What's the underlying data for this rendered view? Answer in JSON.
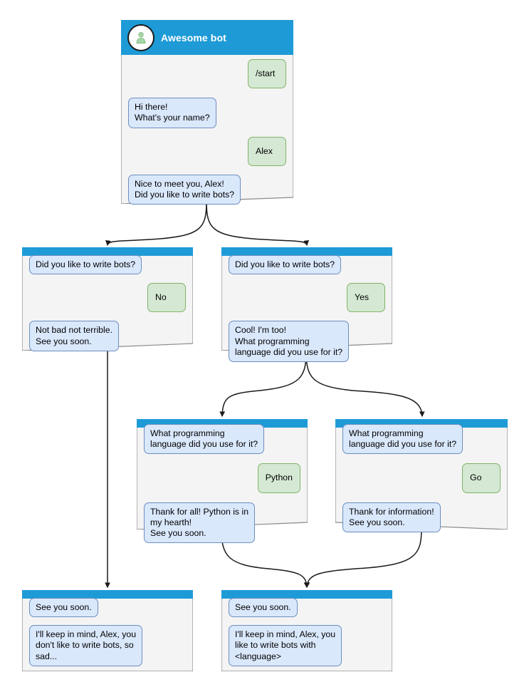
{
  "meta": {
    "diagram_title": "Awesome bot conversation flow",
    "background_color": "#ffffff"
  },
  "colors": {
    "header_blue": "#1e9bd7",
    "card_fill": "#f4f4f4",
    "card_border": "#8a8a8a",
    "bot_bubble_fill": "#dae8fc",
    "bot_bubble_border": "#6c8ebf",
    "user_bubble_fill": "#d5e8d4",
    "user_bubble_border": "#82b366",
    "edge_color": "#1a1a1a",
    "avatar_glyph": "#a6d6a6"
  },
  "cards": {
    "start": {
      "header": {
        "title": "Awesome bot",
        "avatar_icon": "person-avatar-icon"
      },
      "messages": [
        {
          "side": "user",
          "text": "/start"
        },
        {
          "side": "bot",
          "text": "Hi there!\nWhat's your name?"
        },
        {
          "side": "user",
          "text": "Alex"
        },
        {
          "side": "bot",
          "text": "Nice to meet you, Alex!\nDid you like to write bots?"
        }
      ]
    },
    "answer_no": {
      "messages": [
        {
          "side": "bot",
          "text": "Did you like to write bots?"
        },
        {
          "side": "user",
          "text": "No"
        },
        {
          "side": "bot",
          "text": "Not bad not terrible.\nSee you soon."
        }
      ]
    },
    "answer_yes": {
      "messages": [
        {
          "side": "bot",
          "text": "Did you like to write bots?"
        },
        {
          "side": "user",
          "text": "Yes"
        },
        {
          "side": "bot",
          "text": "Cool! I'm too!\nWhat programming\nlanguage did you use for it?"
        }
      ]
    },
    "lang_python": {
      "messages": [
        {
          "side": "bot",
          "text": "What programming\nlanguage did you use for it?"
        },
        {
          "side": "user",
          "text": "Python"
        },
        {
          "side": "bot",
          "text": "Thank for all! Python is in\nmy hearth!\nSee you soon."
        }
      ]
    },
    "lang_go": {
      "messages": [
        {
          "side": "bot",
          "text": "What programming\nlanguage did you use for it?"
        },
        {
          "side": "user",
          "text": "Go"
        },
        {
          "side": "bot",
          "text": "Thank for information!\nSee you soon."
        }
      ]
    },
    "end_sad": {
      "messages": [
        {
          "side": "bot",
          "text": "See you soon."
        },
        {
          "side": "bot",
          "text": "I'll keep in mind, Alex, you\ndon't like to write bots, so\nsad..."
        }
      ]
    },
    "end_happy": {
      "messages": [
        {
          "side": "bot",
          "text": "See you soon."
        },
        {
          "side": "bot",
          "text": "I'll keep in mind, Alex, you\nlike to write bots with\n<language>"
        }
      ]
    }
  }
}
